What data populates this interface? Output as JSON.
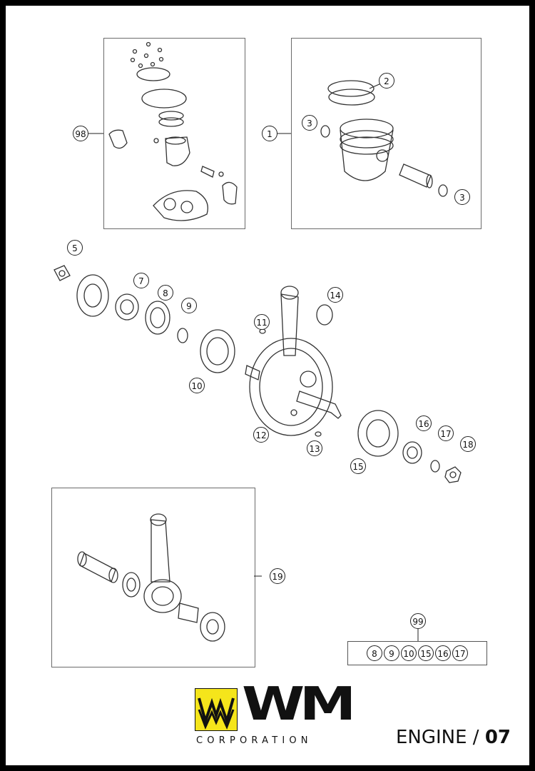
{
  "colors": {
    "logo_yellow": "#f5e51b",
    "ink": "#111111",
    "frame": "#6b6b6b",
    "outer_border": "#000000"
  },
  "callouts": {
    "c98": "98",
    "c1": "1",
    "c2": "2",
    "c3a": "3",
    "c3b": "3",
    "c5": "5",
    "c7": "7",
    "c8": "8",
    "c9": "9",
    "c10": "10",
    "c11": "11",
    "c12": "12",
    "c13": "13",
    "c14": "14",
    "c15": "15",
    "c16": "16",
    "c17": "17",
    "c18": "18",
    "c19": "19",
    "c99": "99"
  },
  "kit99_items": [
    "8",
    "9",
    "10",
    "15",
    "16",
    "17"
  ],
  "logo": {
    "mark_text": "WM",
    "subtitle": "CORPORATION",
    "icon": "wm-logo-mark-icon"
  },
  "footer": {
    "section": "ENGINE",
    "separator": " / ",
    "page": "07"
  }
}
